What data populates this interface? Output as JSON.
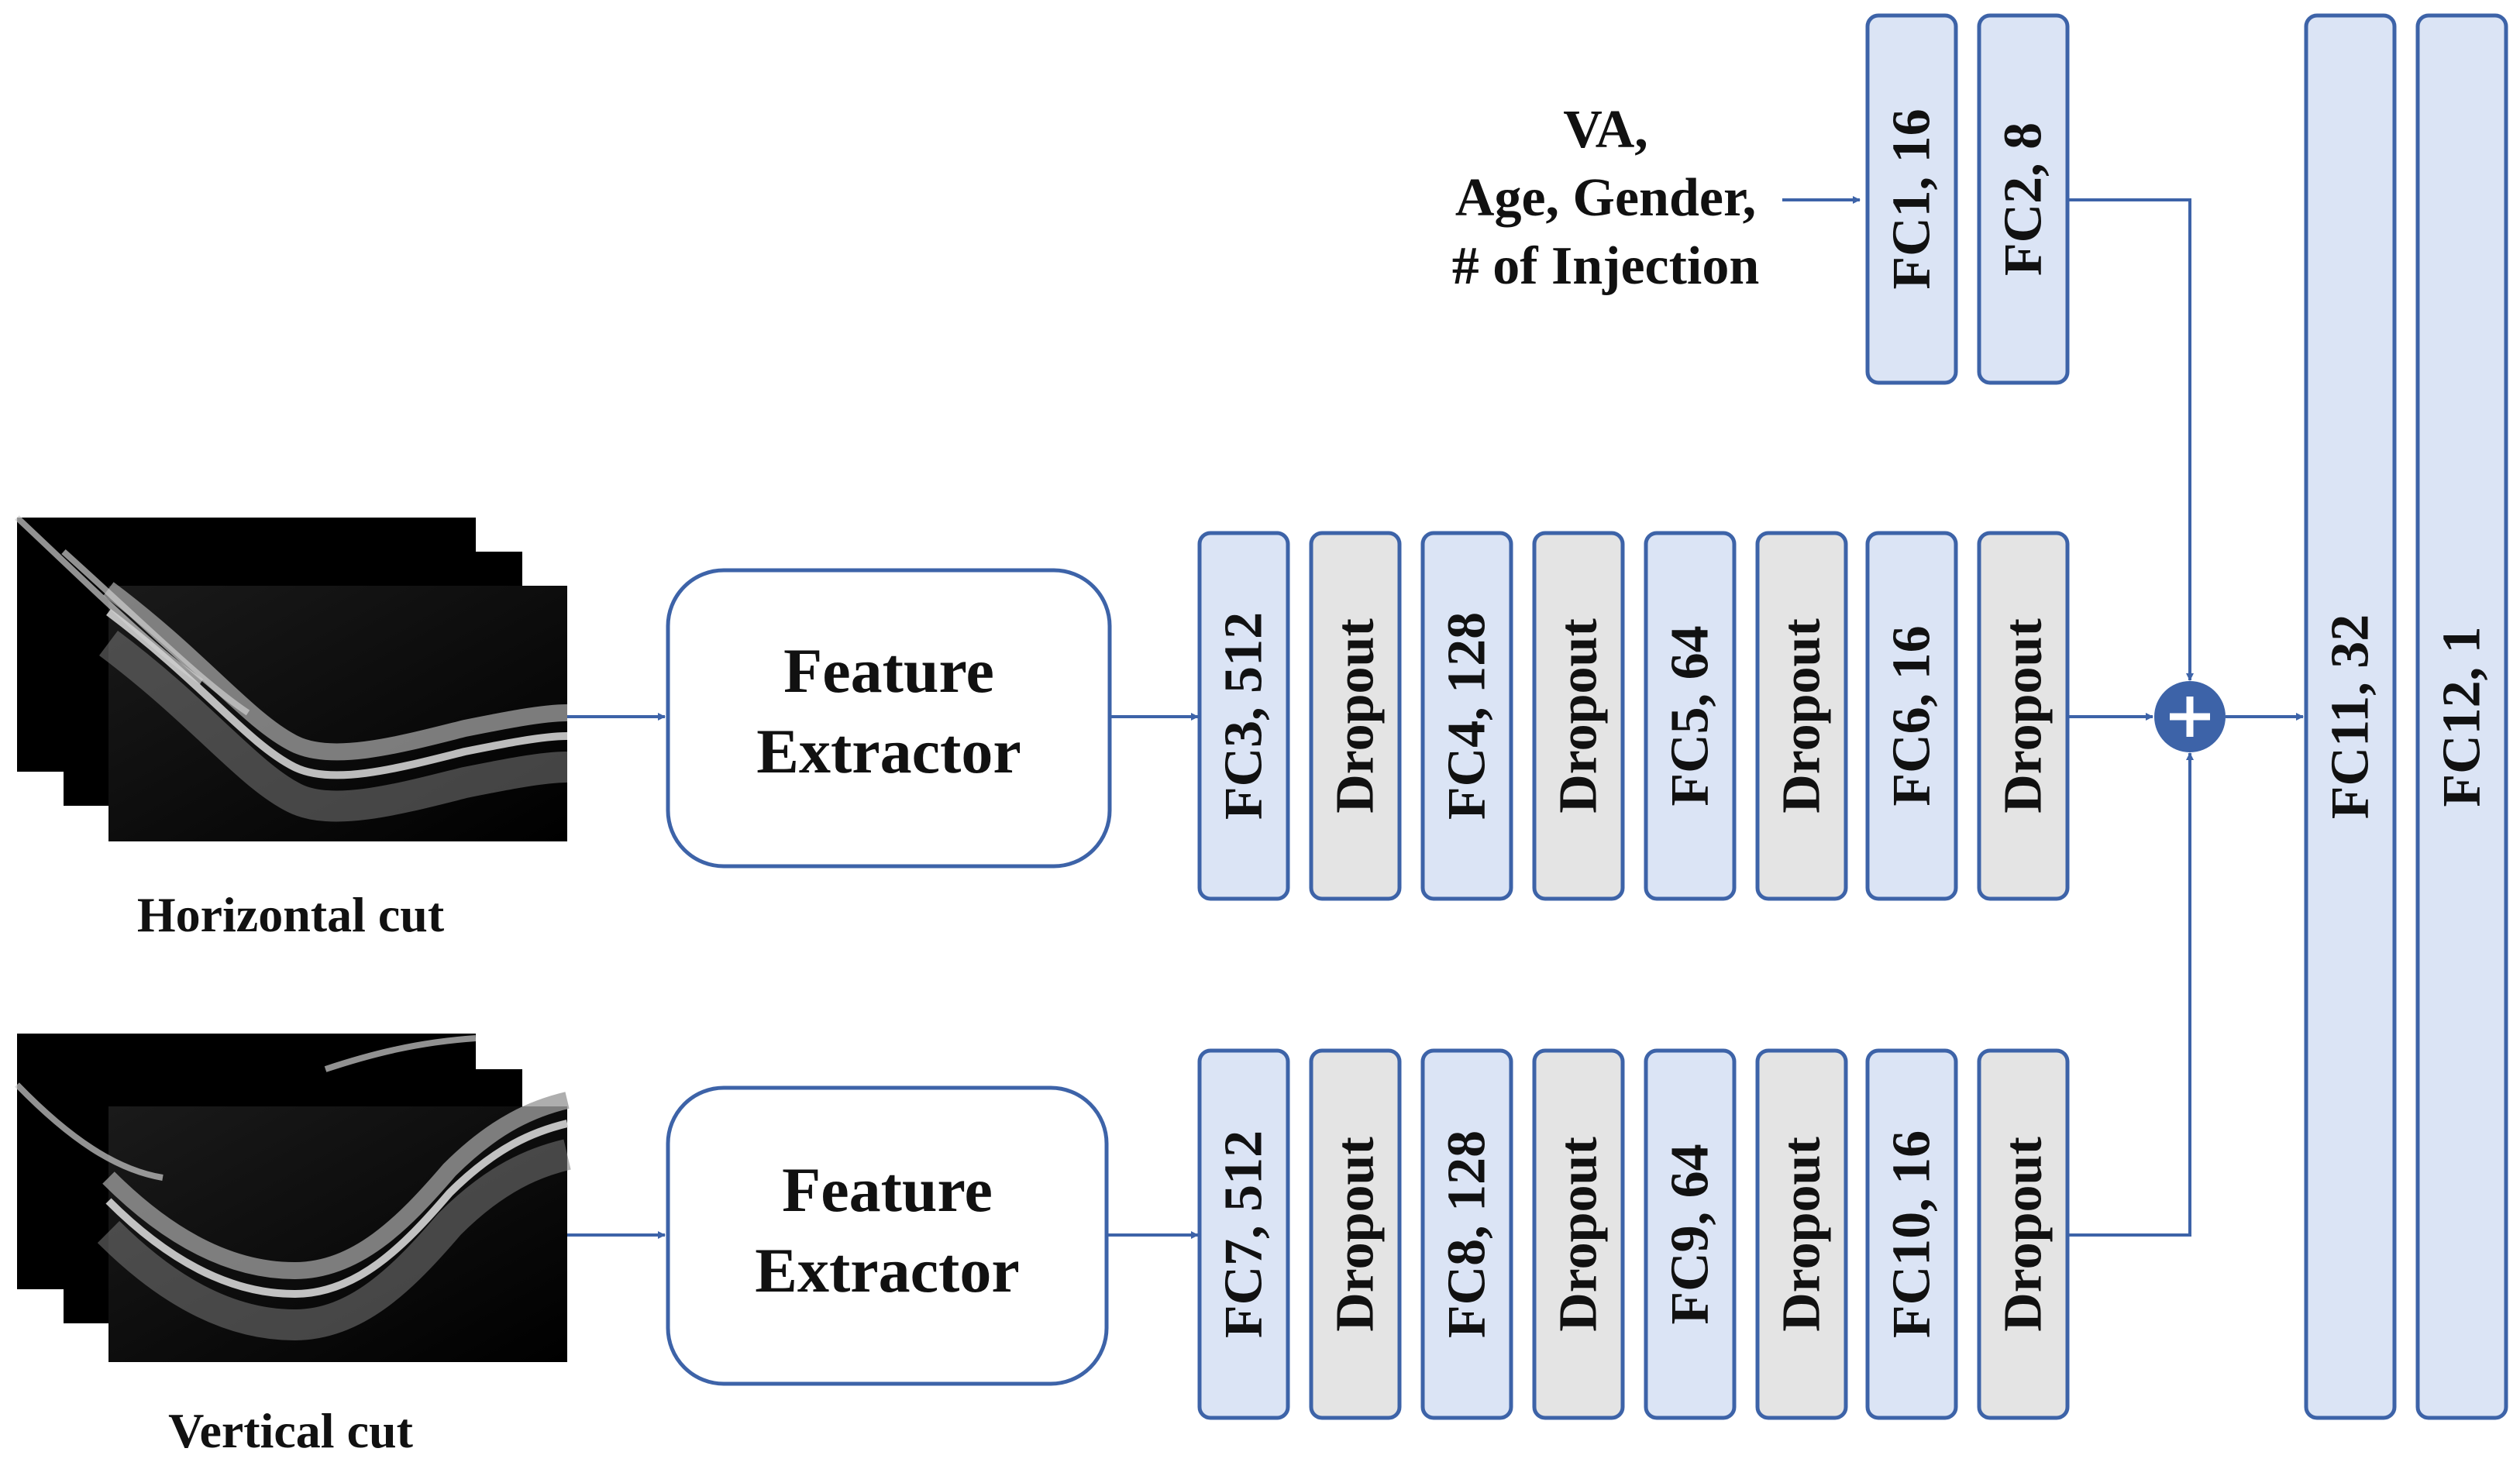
{
  "colors": {
    "fc_fill": "#dbe4f5",
    "dropout_fill": "#e4e4e4",
    "stroke": "#3d63a8",
    "arrow": "#3d63a8",
    "oct_bg": "#000000"
  },
  "inputs": {
    "horizontal_caption": "Horizontal cut",
    "vertical_caption": "Vertical cut",
    "clinical_line1": "VA,",
    "clinical_line2": "Age, Gender,",
    "clinical_line3": "# of Injection"
  },
  "extractors": {
    "top_line1": "Feature",
    "top_line2": "Extractor",
    "bottom_line1": "Feature",
    "bottom_line2": "Extractor"
  },
  "clinical_branch": [
    "FC1, 16",
    "FC2, 8"
  ],
  "horizontal_branch": [
    "FC3, 512",
    "Dropout",
    "FC4, 128",
    "Dropout",
    "FC5, 64",
    "Dropout",
    "FC6, 16",
    "Dropout"
  ],
  "vertical_branch": [
    "FC7, 512",
    "Dropout",
    "FC8, 128",
    "Dropout",
    "FC9, 64",
    "Dropout",
    "FC10, 16",
    "Dropout"
  ],
  "head": [
    "FC11, 32",
    "FC12, 1"
  ],
  "fusion_icon": "plus-circle-icon"
}
